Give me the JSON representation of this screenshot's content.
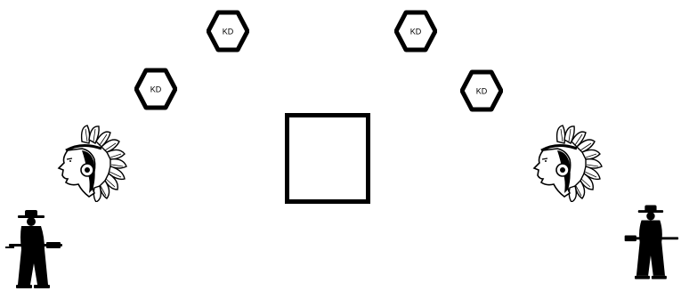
{
  "nodes": [
    {
      "id": "hex-1",
      "label": "KD"
    },
    {
      "id": "hex-2",
      "label": "KD"
    },
    {
      "id": "hex-3",
      "label": "KD"
    },
    {
      "id": "hex-4",
      "label": "KD"
    }
  ],
  "icons": {
    "chief_left": "native-chief-headdress-icon",
    "chief_right": "native-chief-headdress-icon",
    "figure_left": "gunman-silhouette-icon",
    "figure_right": "gunman-silhouette-icon",
    "center": "square-outline"
  },
  "colors": {
    "stroke": "#000000",
    "background": "#ffffff"
  }
}
